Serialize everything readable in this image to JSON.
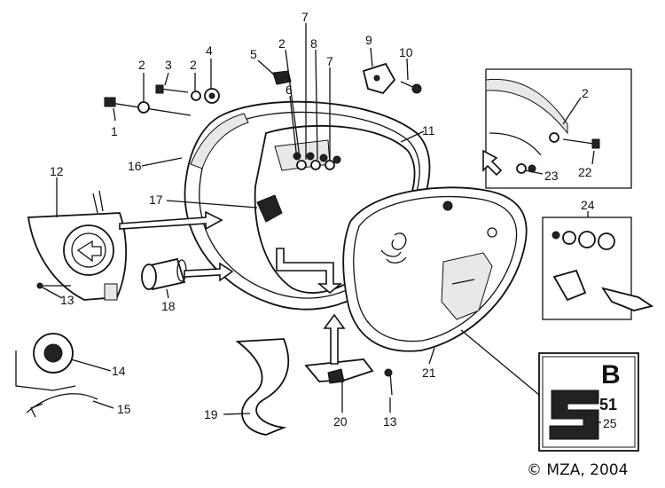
{
  "callouts": {
    "c1": "1",
    "c2a": "2",
    "c3": "3",
    "c2b": "2",
    "c4": "4",
    "c5": "5",
    "c2c": "2",
    "c6": "6",
    "c7a": "7",
    "c8": "8",
    "c7b": "7",
    "c9": "9",
    "c10": "10",
    "c11": "11",
    "c2d": "2",
    "c22": "22",
    "c23": "23",
    "c12": "12",
    "c16": "16",
    "c17": "17",
    "c24": "24",
    "c13a": "13",
    "c18": "18",
    "c14": "14",
    "c15": "15",
    "c19": "19",
    "c20": "20",
    "c13b": "13",
    "c21": "21",
    "c25": "25"
  },
  "emblem": {
    "letter_b": "B",
    "number": "51",
    "letter_s": "S"
  },
  "copyright": "© MZA, 2004"
}
